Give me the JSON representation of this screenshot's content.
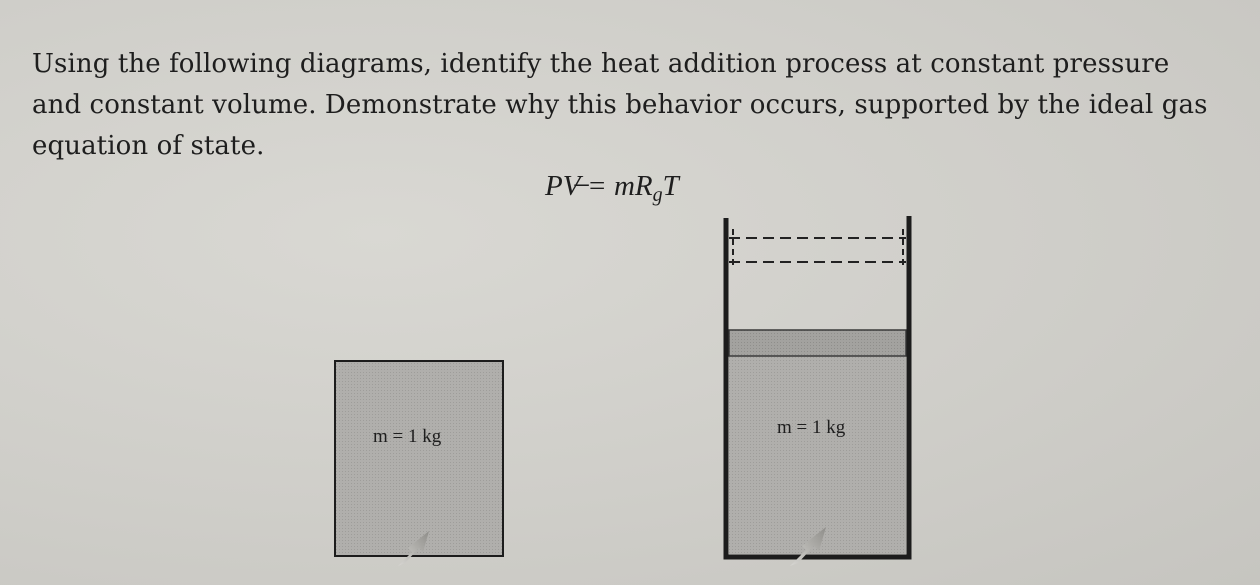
{
  "question": {
    "line1": "Using the following diagrams, identify the heat addition process at constant pressure",
    "line2": "and constant volume. Demonstrate why this behavior occurs, supported by the ideal gas",
    "line3": "equation of state."
  },
  "equation": {
    "lhs": "PV̶",
    "eq": " = ",
    "rhs_main": "mR",
    "rhs_sub": "g",
    "rhs_end": "T"
  },
  "diagrams": {
    "constant_volume_tank": {
      "mass_label": "m = 1 kg"
    },
    "piston_cylinder": {
      "mass_label": "m = 1 kg"
    }
  },
  "colors": {
    "gas_fill": "#aeadaa",
    "piston_fill": "#9d9c99",
    "wall": "#1c1c1c"
  }
}
